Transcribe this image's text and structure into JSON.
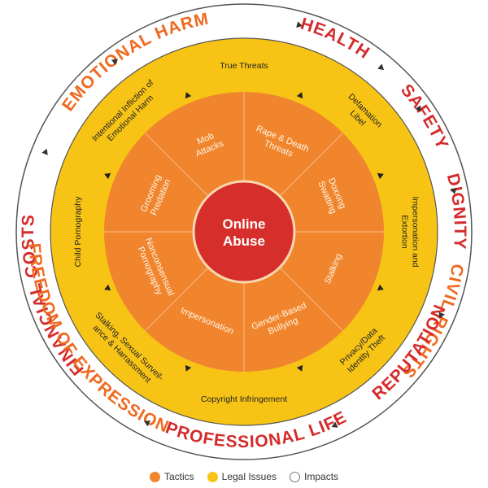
{
  "center": {
    "line1": "Online",
    "line2": "Abuse"
  },
  "tactics": [
    "Rape & Death|Threats",
    "Doxxing|Swatting",
    "Stalking",
    "Gender-Based|Bullying",
    "Impersonation",
    "Nonconsensual|Pornography",
    "Grooming|Predation",
    "Mob|Attacks"
  ],
  "legal_issues": [
    "True Threats",
    "Defamation|Libel",
    "Impersonation and|Extortion",
    "Privacy/Data|Identity Theft",
    "Copyright Infringement",
    "Stalking, Sexual Surveil-|ance & Harrassment",
    "Child Pornography",
    "Intentional Infliction of|Emotional Harm"
  ],
  "impacts": [
    "EMOTIONAL HARM",
    "HEALTH",
    "SAFETY",
    "DIGNITY",
    "CIVIL RIGHTS",
    "REPUTATION",
    "PROFESSIONAL LIFE",
    "FREEDOM OF EXPRESSION",
    "FINANCIAL COSTS"
  ],
  "legend": {
    "tactics": "Tactics",
    "legal_issues": "Legal Issues",
    "impacts": "Impacts"
  },
  "colors": {
    "center": "#d62f2b",
    "tactics": "#f0852d",
    "legal": "#f7c416",
    "impact_orange": "#ef6a20",
    "impact_red": "#d42b2b",
    "ring_line": "#555555"
  }
}
